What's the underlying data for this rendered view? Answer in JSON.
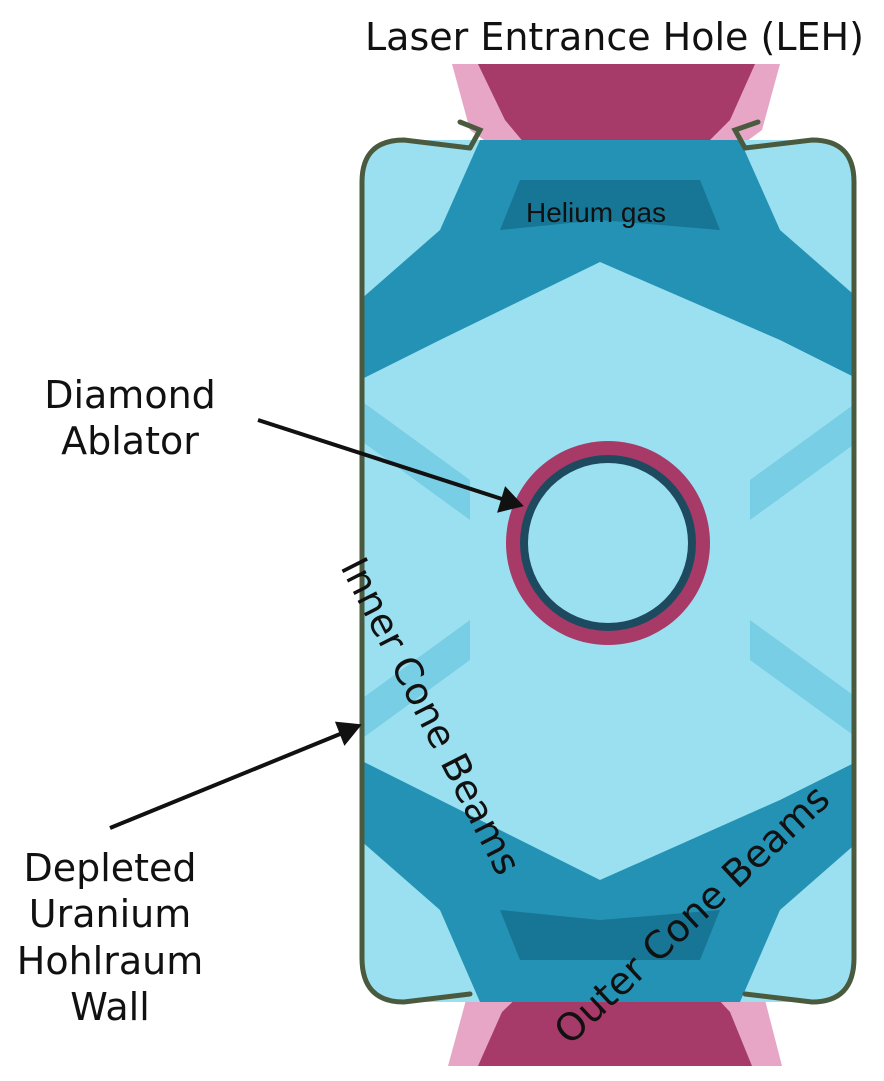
{
  "labels": {
    "leh": "Laser Entrance Hole (LEH)",
    "helium": "Helium gas",
    "diamond": [
      "Diamond",
      "Ablator"
    ],
    "inner_cone": "Inner Cone Beams",
    "outer_cone": "Outer Cone Beams",
    "wall": [
      "Depleted",
      "Uranium",
      "Hohlraum",
      "Wall"
    ]
  },
  "colors": {
    "background": "#ffffff",
    "gas": "#9be0f0",
    "beam": "#1e8db0",
    "beam_dark": "#146f8f",
    "laser": "#a63a68",
    "laser_light": "#e7a6c6",
    "wall": "#4a5a3e",
    "ablator": "#a83a68",
    "arrow": "#111111"
  }
}
